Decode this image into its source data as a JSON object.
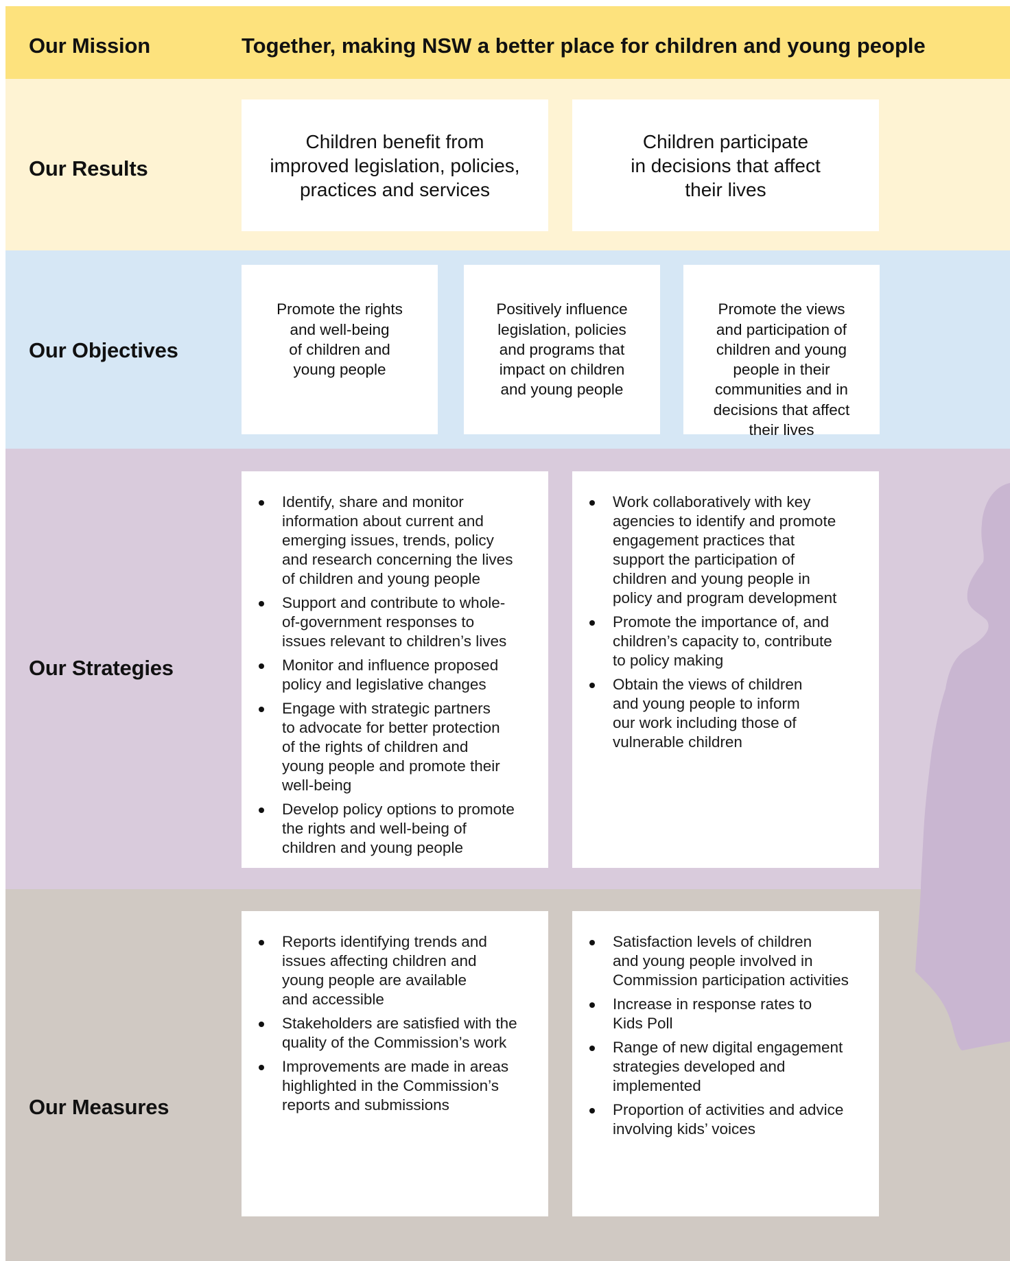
{
  "mission": {
    "label": "Our Mission",
    "text": "Together, making NSW a better place for children and young people"
  },
  "results": {
    "label": "Our Results",
    "items": [
      "Children benefit from\nimproved legislation, policies,\npractices and services",
      "Children participate\nin decisions that affect\ntheir lives"
    ]
  },
  "objectives": {
    "label": "Our Objectives",
    "items": [
      "Promote the rights\nand well-being\nof children and\nyoung people",
      "Positively influence\nlegislation, policies\nand programs that\nimpact on children\nand young people",
      "Promote the views\nand participation of\nchildren and young\npeople in their\ncommunities and in\ndecisions that affect\ntheir lives"
    ]
  },
  "strategies": {
    "label": "Our Strategies",
    "left": [
      "Identify, share and monitor\ninformation about current and\nemerging issues, trends, policy\nand research concerning the lives\nof children and young people",
      "Support and contribute to whole-\nof-government responses to\nissues relevant to children’s lives",
      "Monitor and influence proposed\npolicy and legislative changes",
      "Engage with strategic partners\nto advocate for better protection\nof the rights of children and\nyoung people and promote their\nwell-being",
      "Develop policy options to promote\nthe rights and well-being of\nchildren and young people"
    ],
    "right": [
      "Work collaboratively with key\nagencies to identify and promote\nengagement practices that\nsupport the participation of\nchildren and young people in\npolicy and program development",
      "Promote the importance of, and\nchildren’s capacity to, contribute\nto policy making",
      "Obtain the views of children\nand young people to inform\nour work including those of\nvulnerable children"
    ]
  },
  "measures": {
    "label": "Our Measures",
    "left": [
      "Reports identifying trends and\nissues affecting children and\nyoung people are available\nand accessible",
      "Stakeholders are satisfied with the\nquality of the Commission’s work",
      "Improvements are made in areas\nhighlighted in the Commission’s\nreports and submissions"
    ],
    "right": [
      "Satisfaction levels of children\nand young people involved in\nCommission participation activities",
      "Increase in response rates to\nKids Poll",
      "Range of new digital engagement\nstrategies developed and\nimplemented",
      "Proportion of activities and advice\ninvolving kids’ voices"
    ]
  },
  "colors": {
    "mission_band": "#fde27d",
    "results_band": "#fef3d3",
    "objectives_band": "#d6e7f5",
    "strategies_band": "#d9cbdc",
    "measures_band": "#d0c9c3",
    "silhouette": "#c9b6d1"
  }
}
